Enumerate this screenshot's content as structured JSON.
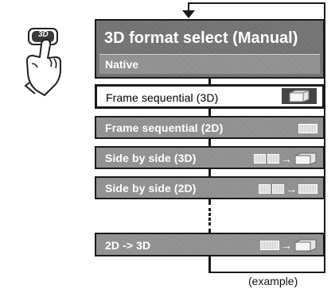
{
  "remote_button": {
    "label": "3D",
    "icon": "3d-button-press-icon"
  },
  "menu": {
    "title": "3D format select (Manual)",
    "subtitle": "Native",
    "items": [
      {
        "label": "Frame sequential (3D)",
        "selected": true,
        "icon": "3d-cube-icon"
      },
      {
        "label": "Frame sequential (2D)",
        "selected": false,
        "icon": "2d-screen-icon"
      },
      {
        "label": "Side by side (3D)",
        "selected": false,
        "icon": "side-by-side-to-3d-icon"
      },
      {
        "label": "Side by side (2D)",
        "selected": false,
        "icon": "side-by-side-to-2d-icon"
      },
      {
        "label": "2D -> 3D",
        "selected": false,
        "icon": "2d-to-3d-icon"
      }
    ]
  },
  "caption": "(example)",
  "colors": {
    "panel": "#8c8c8c",
    "selected_bg": "#ffffff",
    "border": "#1a1a1a",
    "text_light": "#ffffff",
    "text_dark": "#000000"
  }
}
